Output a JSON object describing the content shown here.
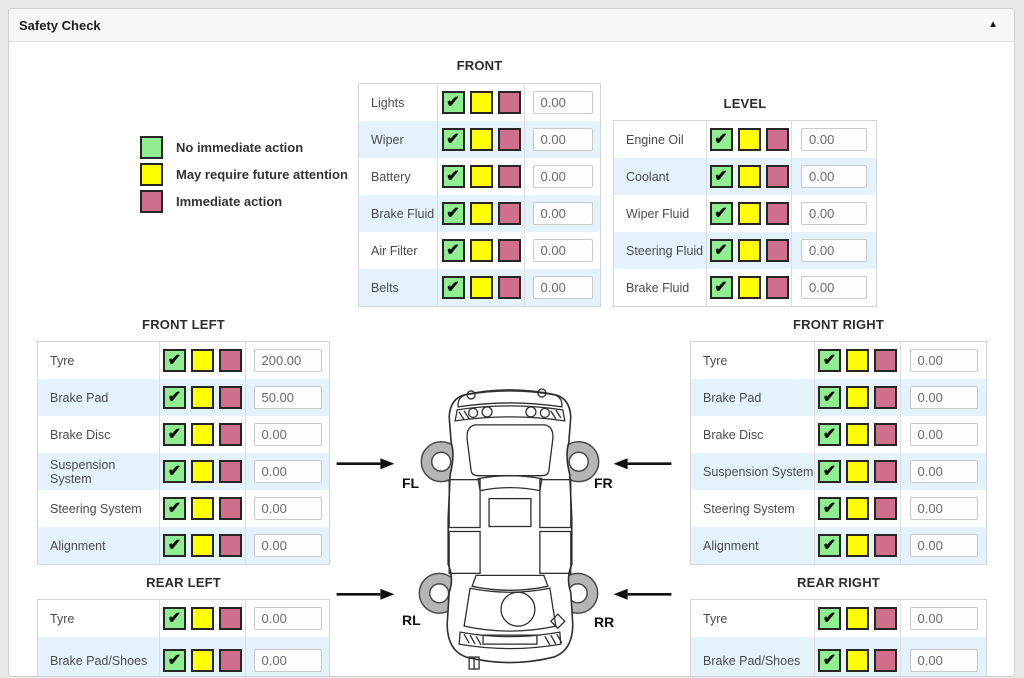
{
  "panel": {
    "title": "Safety Check"
  },
  "icons": {
    "check": "✔",
    "collapse": "▲"
  },
  "colors": {
    "ok": "#90ee90",
    "warn": "#ffff00",
    "danger": "#d06f8c",
    "row_alt": "#e4f2fb"
  },
  "legend": {
    "items": [
      {
        "label": "No immediate action",
        "status": "ok"
      },
      {
        "label": "May require future attention",
        "status": "warn"
      },
      {
        "label": "Immediate action",
        "status": "danger"
      }
    ]
  },
  "sections": {
    "front": {
      "title": "FRONT",
      "rows": [
        {
          "label": "Lights",
          "value": "0.00"
        },
        {
          "label": "Wiper",
          "value": "0.00"
        },
        {
          "label": "Battery",
          "value": "0.00"
        },
        {
          "label": "Brake Fluid",
          "value": "0.00"
        },
        {
          "label": "Air Filter",
          "value": "0.00"
        },
        {
          "label": "Belts",
          "value": "0.00"
        }
      ]
    },
    "level": {
      "title": "LEVEL",
      "rows": [
        {
          "label": "Engine Oil",
          "value": "0.00"
        },
        {
          "label": "Coolant",
          "value": "0.00"
        },
        {
          "label": "Wiper Fluid",
          "value": "0.00"
        },
        {
          "label": "Steering Fluid",
          "value": "0.00"
        },
        {
          "label": "Brake Fluid",
          "value": "0.00"
        }
      ]
    },
    "front_left": {
      "title": "FRONT LEFT",
      "rows": [
        {
          "label": "Tyre",
          "value": "200.00"
        },
        {
          "label": "Brake Pad",
          "value": "50.00"
        },
        {
          "label": "Brake Disc",
          "value": "0.00"
        },
        {
          "label": "Suspension System",
          "value": "0.00"
        },
        {
          "label": "Steering System",
          "value": "0.00"
        },
        {
          "label": "Alignment",
          "value": "0.00"
        }
      ]
    },
    "front_right": {
      "title": "FRONT RIGHT",
      "rows": [
        {
          "label": "Tyre",
          "value": "0.00"
        },
        {
          "label": "Brake Pad",
          "value": "0.00"
        },
        {
          "label": "Brake Disc",
          "value": "0.00"
        },
        {
          "label": "Suspension System",
          "value": "0.00"
        },
        {
          "label": "Steering System",
          "value": "0.00"
        },
        {
          "label": "Alignment",
          "value": "0.00"
        }
      ]
    },
    "rear_left": {
      "title": "REAR LEFT",
      "rows": [
        {
          "label": "Tyre",
          "value": "0.00"
        },
        {
          "label": "Brake Pad/Shoes",
          "value": "0.00"
        }
      ]
    },
    "rear_right": {
      "title": "REAR RIGHT",
      "rows": [
        {
          "label": "Tyre",
          "value": "0.00"
        },
        {
          "label": "Brake Pad/Shoes",
          "value": "0.00"
        }
      ]
    }
  },
  "car": {
    "wheel_labels": {
      "fl": "FL",
      "fr": "FR",
      "rl": "RL",
      "rr": "RR"
    }
  }
}
